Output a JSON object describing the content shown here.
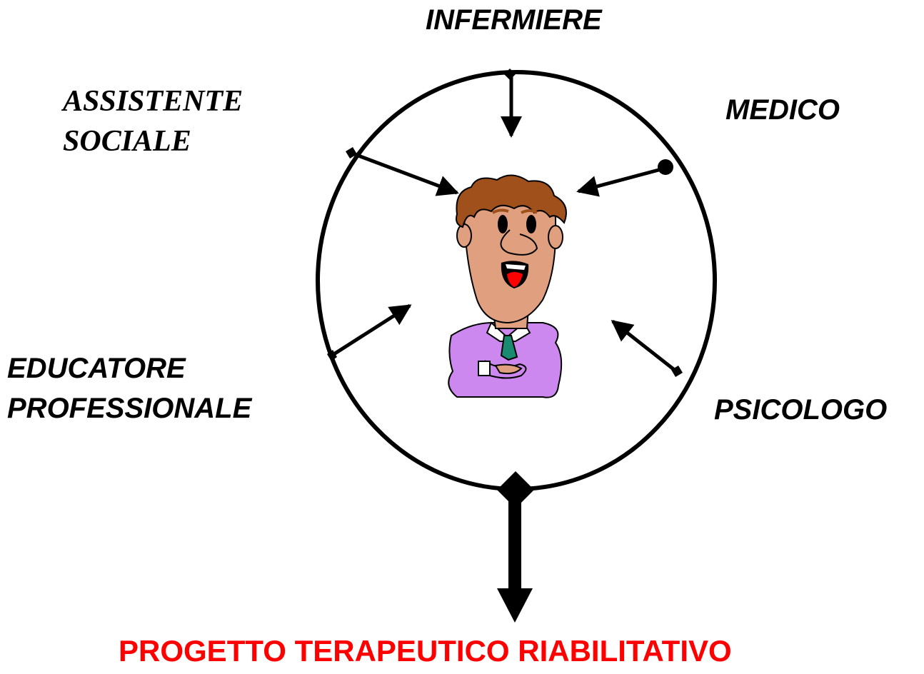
{
  "roles": {
    "infermiere": "INFERMIERE",
    "medico": "MEDICO",
    "assistente_line1": "ASSISTENTE",
    "assistente_line2": "SOCIALE",
    "educatore_line1": "EDUCATORE",
    "educatore_line2": "PROFESSIONALE",
    "psicologo": "PSICOLOGO"
  },
  "output": {
    "label": "PROGETTO TERAPEUTICO RIABILITATIVO",
    "color": "#ff0000"
  },
  "center": {
    "icon": "patient-figure-icon"
  },
  "colors": {
    "ring": "#000000",
    "arrows": "#000000",
    "hair": "#a0501a",
    "skin": "#e0a080",
    "jacket": "#cc88ee",
    "tie": "#1a8a70"
  }
}
